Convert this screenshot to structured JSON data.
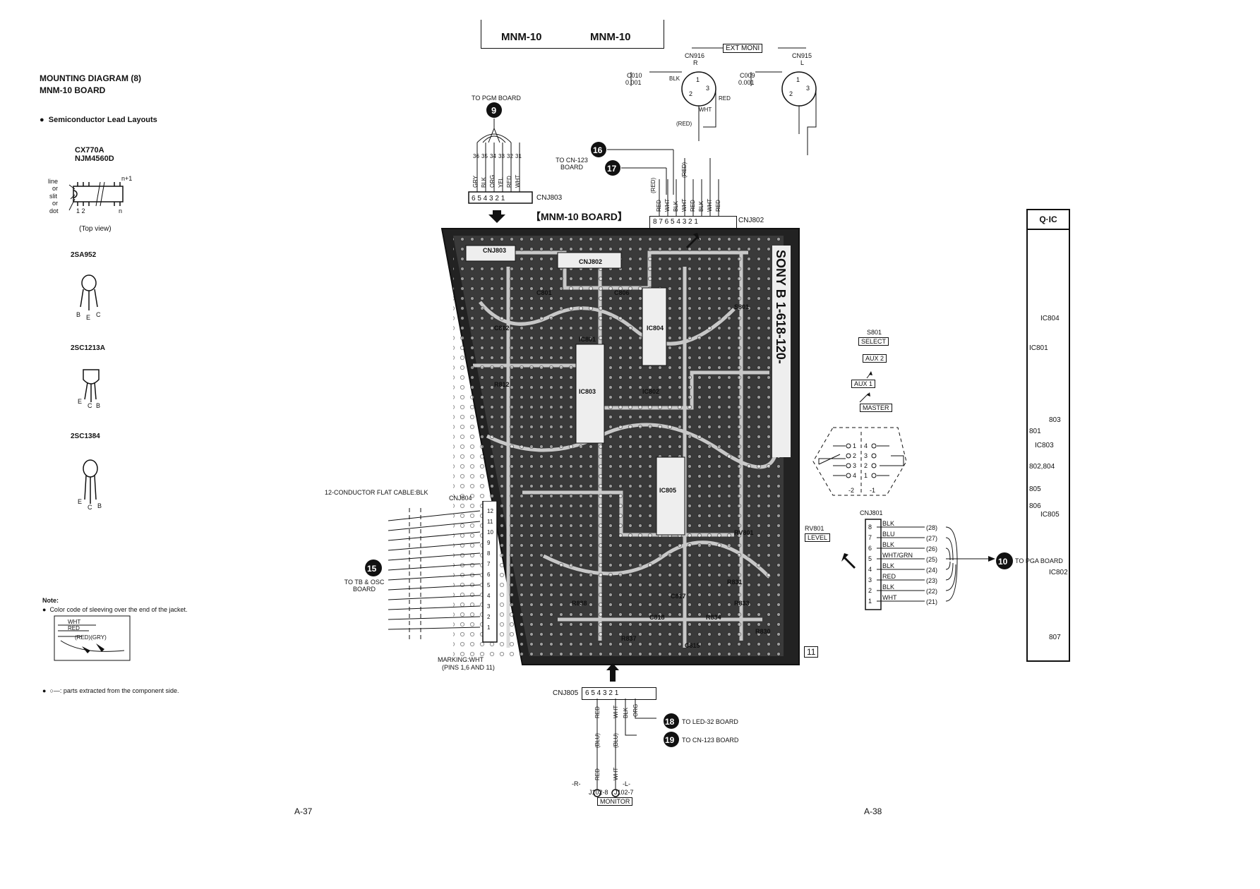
{
  "header": {
    "title_left": "MNM-10",
    "title_right": "MNM-10"
  },
  "left": {
    "title1": "MOUNTING DIAGRAM (8)",
    "title2": "MNM-10 BOARD",
    "section": "Semiconductor Lead Layouts",
    "ic1": "CX770A",
    "ic2": "NJM4560D",
    "ic_side_labels": [
      "line",
      "or",
      "slit",
      "or",
      "dot"
    ],
    "ic_pin_left": "1 2",
    "ic_pin_right": "n",
    "ic_pin_top": "n+1",
    "top_view": "(Top view)",
    "t1": "2SA952",
    "t1_pins": [
      "B",
      "E",
      "C"
    ],
    "t2": "2SC1213A",
    "t2_pins": [
      "E",
      "C",
      "B"
    ],
    "t3": "2SC1384",
    "t3_pins": [
      "E",
      "C",
      "B"
    ],
    "note_title": "Note:",
    "note1": "Color code of sleeving over the end of the jacket.",
    "note_wires": [
      "WHT",
      "RED",
      "(RED)(GRY)"
    ],
    "note2": "parts extracted from the component side."
  },
  "page_numbers": {
    "left": "A-37",
    "right": "A-38"
  },
  "board": {
    "title": "【MNM-10 BOARD】",
    "silkscreen": "SONY B 1-618-120-",
    "corner": "11",
    "labels": [
      "CNJ803",
      "CNJ802",
      "IC801",
      "IC803",
      "IC805",
      "IC804",
      "IC802",
      "R812",
      "C801",
      "C802",
      "C806",
      "R830",
      "R834",
      "C815",
      "R833",
      "R831",
      "C817",
      "C818",
      "R837",
      "R838",
      "S801",
      "RV801"
    ]
  },
  "cnj803": {
    "name": "CNJ803",
    "to": "TO PGM BOARD",
    "badge": "9",
    "pins_top": [
      "36",
      "35",
      "34",
      "33",
      "32",
      "31"
    ],
    "wires": [
      "GRY",
      "BLK",
      "ORG",
      "YEL",
      "RED",
      "WHT"
    ],
    "pins": "6 5 4 3 2 1"
  },
  "cnj802": {
    "name": "CNJ802",
    "to": "TO CN-123 BOARD",
    "badge_a": "16",
    "badge_b": "17",
    "wires": [
      "RED",
      "WHT",
      "BLK",
      "WHT",
      "RED",
      "BLK",
      "WHT",
      "RED"
    ],
    "pins": "8 7 6 5 4 3 2 1",
    "red_tags": [
      "(RED)",
      "(RED)"
    ]
  },
  "ext_moni": {
    "label": "EXT MONI",
    "cn916": "CN916",
    "cn916_side": "R",
    "cn915": "CN915",
    "cn915_side": "L",
    "c010": "C010",
    "c010_val": "0.001",
    "c009": "C009",
    "c009_val": "0.001",
    "wires": [
      "BLK",
      "RED",
      "WHT",
      "(RED)"
    ]
  },
  "cnj804": {
    "name": "CNJ804",
    "cable": "12-CONDUCTOR FLAT CABLE:BLK",
    "to": "TO TB & OSC BOARD",
    "badge": "15",
    "pins": [
      "12",
      "11",
      "10",
      "9",
      "8",
      "7",
      "6",
      "5",
      "4",
      "3",
      "2",
      "1"
    ],
    "marking": "MARKING:WHT",
    "marking2": "(PINS 1,6 AND 11)"
  },
  "cnj805": {
    "name": "CNJ805",
    "pins": "6 5 4 3 2 1",
    "wires": [
      "RED",
      "WHT",
      "BLK",
      "ORG"
    ],
    "sleeves": [
      "(BLU)",
      "(BLU)"
    ],
    "to_a": "TO LED-32 BOARD",
    "badge_a": "18",
    "to_b": "TO CN-123 BOARD",
    "badge_b": "19",
    "jack_r": "-R-",
    "jack_l": "-L-",
    "j_r": "J102-8",
    "j_l": "J102-7",
    "monitor": "MONITOR",
    "jack_wires": [
      "RED",
      "WHT"
    ]
  },
  "s801": {
    "name": "S801",
    "select": "SELECT",
    "aux2": "AUX 2",
    "aux1": "AUX 1",
    "master": "MASTER",
    "left_pins": [
      "1",
      "2",
      "3",
      "4"
    ],
    "right_pins": [
      "4",
      "3",
      "2",
      "1"
    ],
    "bottom": [
      "-2",
      "-1"
    ]
  },
  "rv801": {
    "name": "RV801",
    "label": "LEVEL"
  },
  "cnj801": {
    "name": "CNJ801",
    "pins": [
      "8",
      "7",
      "6",
      "5",
      "4",
      "3",
      "2",
      "1"
    ],
    "wires": [
      "BLK",
      "BLU",
      "BLK",
      "WHT/GRN",
      "BLK",
      "RED",
      "BLK",
      "WHT"
    ],
    "nums": [
      "(28)",
      "(27)",
      "(26)",
      "(25)",
      "(24)",
      "(23)",
      "(22)",
      "(21)"
    ],
    "to": "TO PGA BOARD",
    "badge": "10"
  },
  "qic": {
    "header": "Q·IC",
    "items": [
      "IC804",
      "IC801",
      "803",
      "801",
      "IC803",
      "802,804",
      "805",
      "806",
      "IC805",
      "IC802",
      "807"
    ]
  }
}
